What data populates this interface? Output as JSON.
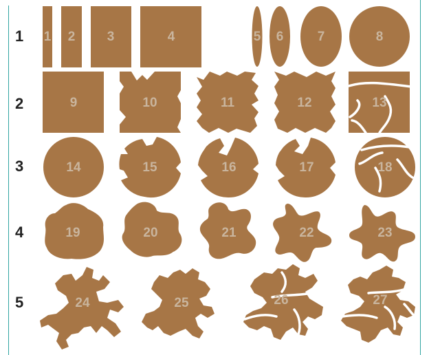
{
  "colors": {
    "shape_fill": "#a77646",
    "label_fill": "#c9b59e",
    "crack": "#ffffff",
    "frame": "#2fa3a0",
    "row_label": "#222222"
  },
  "row_labels": [
    "1",
    "2",
    "3",
    "4",
    "5"
  ],
  "shapes": [
    {
      "label": "1",
      "kind": "rect"
    },
    {
      "label": "2",
      "kind": "rect"
    },
    {
      "label": "3",
      "kind": "rect"
    },
    {
      "label": "4",
      "kind": "rect"
    },
    {
      "label": "5",
      "kind": "ellipse"
    },
    {
      "label": "6",
      "kind": "ellipse"
    },
    {
      "label": "7",
      "kind": "ellipse"
    },
    {
      "label": "8",
      "kind": "circle"
    },
    {
      "label": "9",
      "kind": "square"
    },
    {
      "label": "10",
      "kind": "notched-square"
    },
    {
      "label": "11",
      "kind": "notched-square"
    },
    {
      "label": "12",
      "kind": "notched-square"
    },
    {
      "label": "13",
      "kind": "cracked-square"
    },
    {
      "label": "14",
      "kind": "circle"
    },
    {
      "label": "15",
      "kind": "notched-circle"
    },
    {
      "label": "16",
      "kind": "notched-circle"
    },
    {
      "label": "17",
      "kind": "notched-circle"
    },
    {
      "label": "18",
      "kind": "cracked-circle"
    },
    {
      "label": "19",
      "kind": "blob"
    },
    {
      "label": "20",
      "kind": "blob"
    },
    {
      "label": "21",
      "kind": "blob"
    },
    {
      "label": "22",
      "kind": "star-blob"
    },
    {
      "label": "23",
      "kind": "star-blob"
    },
    {
      "label": "24",
      "kind": "branched"
    },
    {
      "label": "25",
      "kind": "branched"
    },
    {
      "label": "26",
      "kind": "cracked-branched"
    },
    {
      "label": "27",
      "kind": "cracked-branched"
    }
  ]
}
